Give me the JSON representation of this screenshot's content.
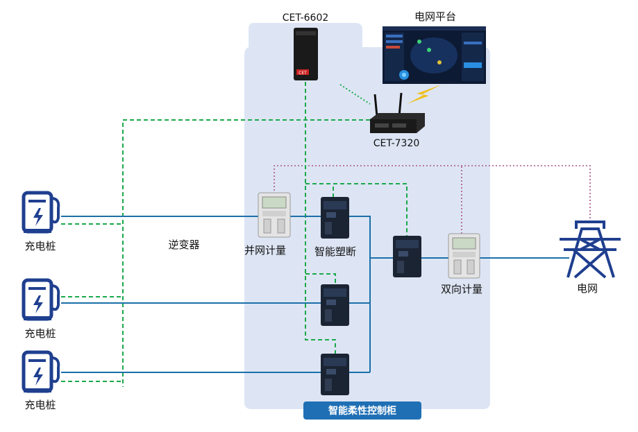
{
  "devices": {
    "gateway_top": "CET-6602",
    "platform": "电网平台",
    "router": "CET-7320",
    "inverter": "逆变器",
    "grid_meter": "并网计量",
    "breaker": "智能塑断",
    "bidir_meter": "双向计量",
    "grid": "电网",
    "cabinet": "智能柔性控制柜"
  },
  "chargers": [
    {
      "label": "充电桩"
    },
    {
      "label": "充电桩"
    },
    {
      "label": "充电桩"
    }
  ],
  "colors": {
    "cabinet_bg": "#dde5f4",
    "badge": "#1f6fb5",
    "power_line": "#1a6fa8",
    "comm_line": "#1aa84a",
    "signal_line": "#a8508a",
    "charger_icon": "#1f3f8f",
    "tower": "#1f3f8f"
  }
}
